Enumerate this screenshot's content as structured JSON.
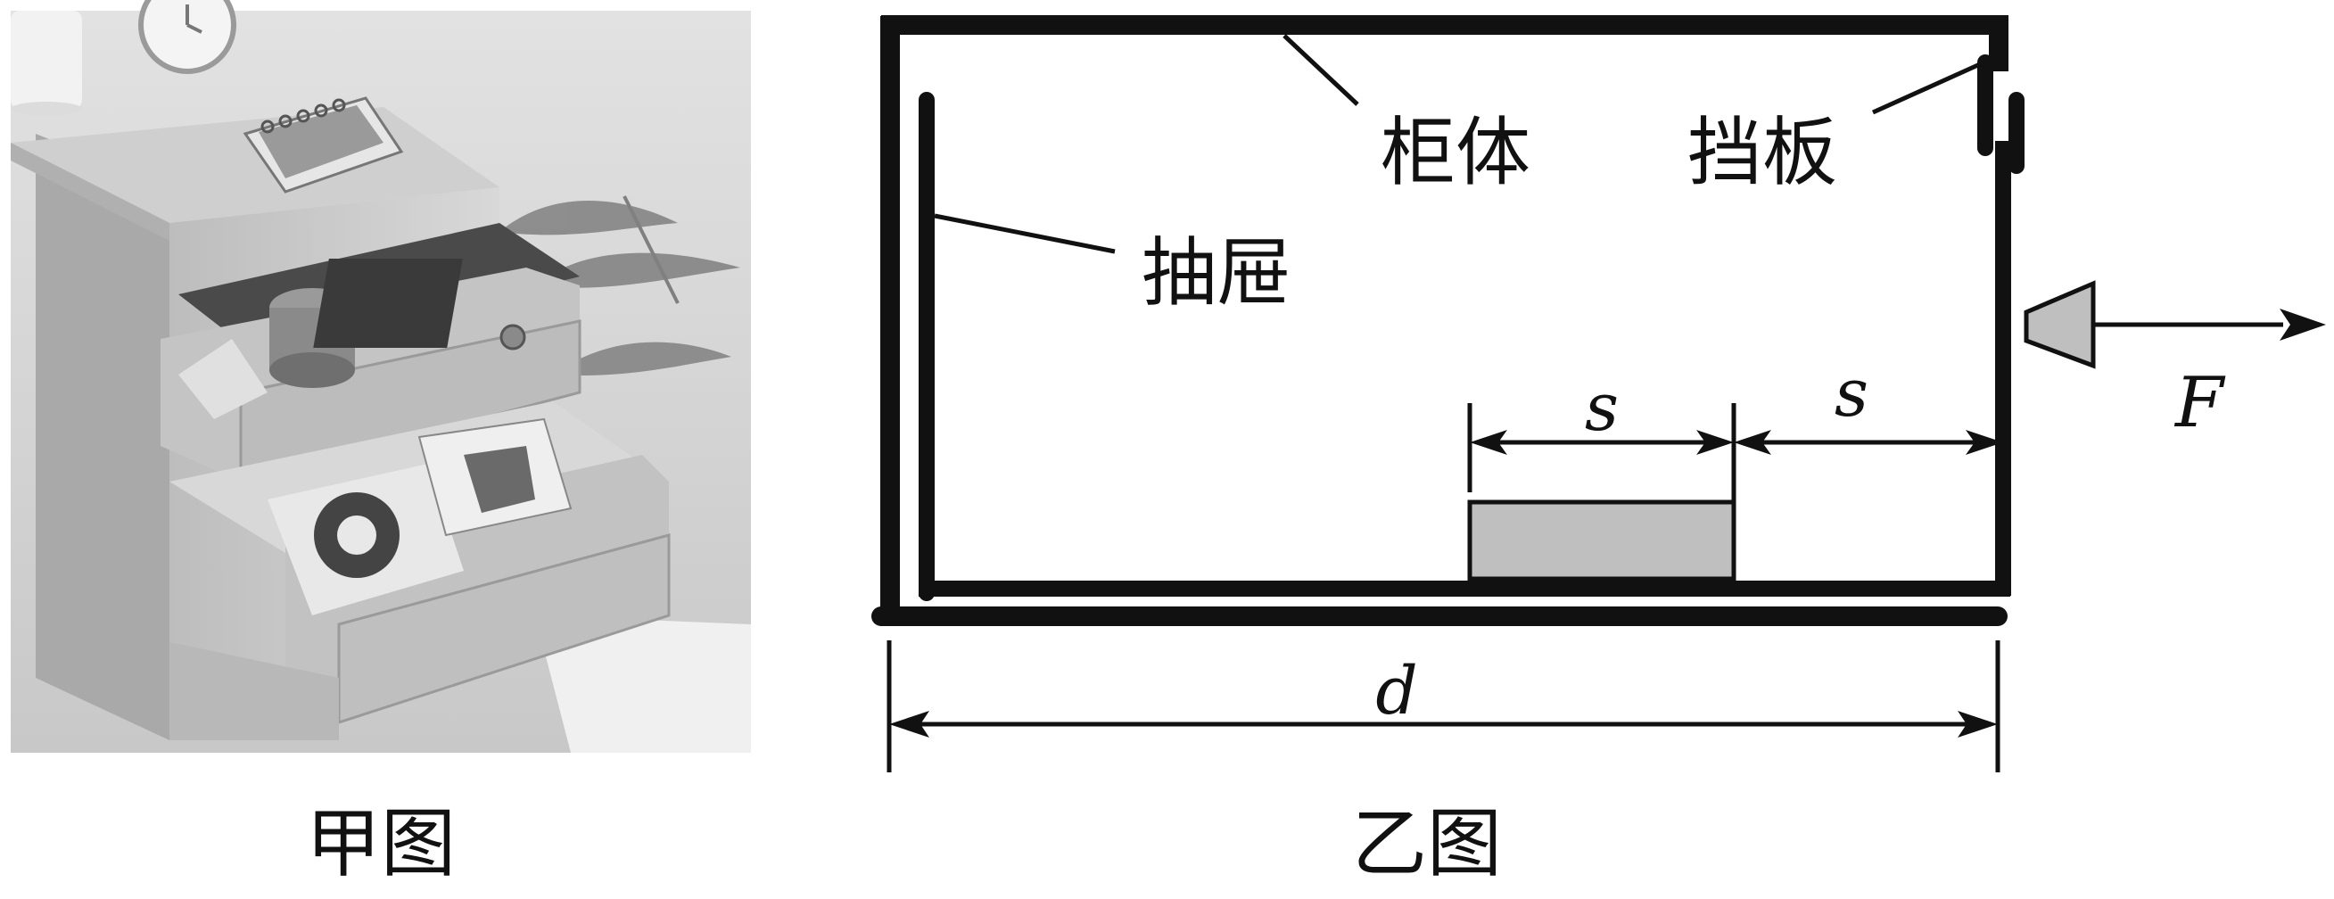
{
  "figure_a": {
    "caption": "甲图"
  },
  "figure_b": {
    "caption": "乙图",
    "labels": {
      "cabinet": "柜体",
      "baffle": "挡板",
      "drawer": "抽屉",
      "dim_s_left": "s",
      "dim_s_right": "s",
      "dim_d": "d",
      "force": "F"
    }
  },
  "colors": {
    "ink": "#111111",
    "block_fill": "#bfbfbf",
    "photo_bg": "#c9c9c9"
  }
}
